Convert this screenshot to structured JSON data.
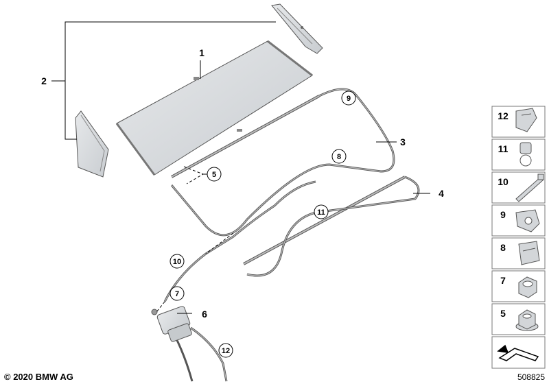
{
  "main_labels": [
    "1",
    "2",
    "3",
    "4",
    "6"
  ],
  "circled_labels": [
    "5",
    "7",
    "8",
    "9",
    "10",
    "11",
    "12"
  ],
  "panel_items": [
    "12",
    "11",
    "10",
    "9",
    "8",
    "7",
    "5"
  ],
  "footer": {
    "copyright": "© 2020 BMW AG",
    "doc_number": "508825"
  },
  "colors": {
    "part_fill": "#d9dcdf",
    "part_stroke": "#555555",
    "leader": "#000000",
    "panel_border": "#777777"
  }
}
